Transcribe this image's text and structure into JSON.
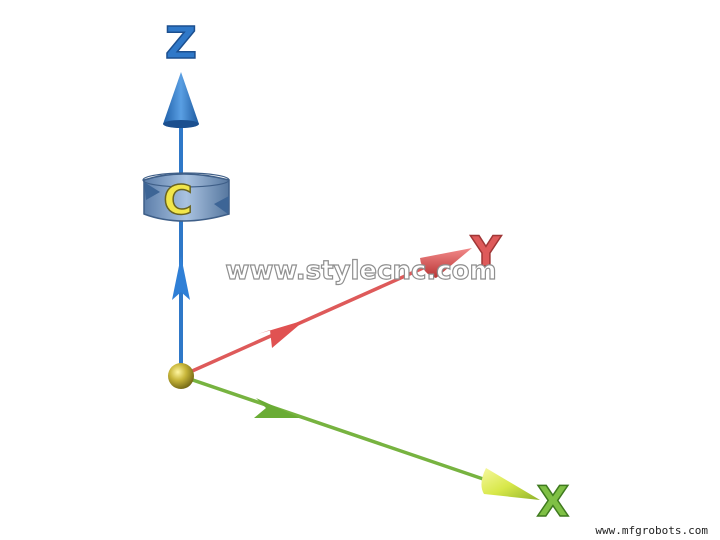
{
  "axes": {
    "z": {
      "label": "Z",
      "color": "#2f78c8"
    },
    "y": {
      "label": "Y",
      "color": "#de5a5a"
    },
    "x": {
      "label": "X",
      "color": "#77b340"
    },
    "c": {
      "label": "C",
      "color": "#f1e64a",
      "ring_color": "#7b9bc4"
    }
  },
  "origin_color": "#a89a2a",
  "watermark": "www.stylecnc.com",
  "footer_credit": "www.mfgrobots.com"
}
